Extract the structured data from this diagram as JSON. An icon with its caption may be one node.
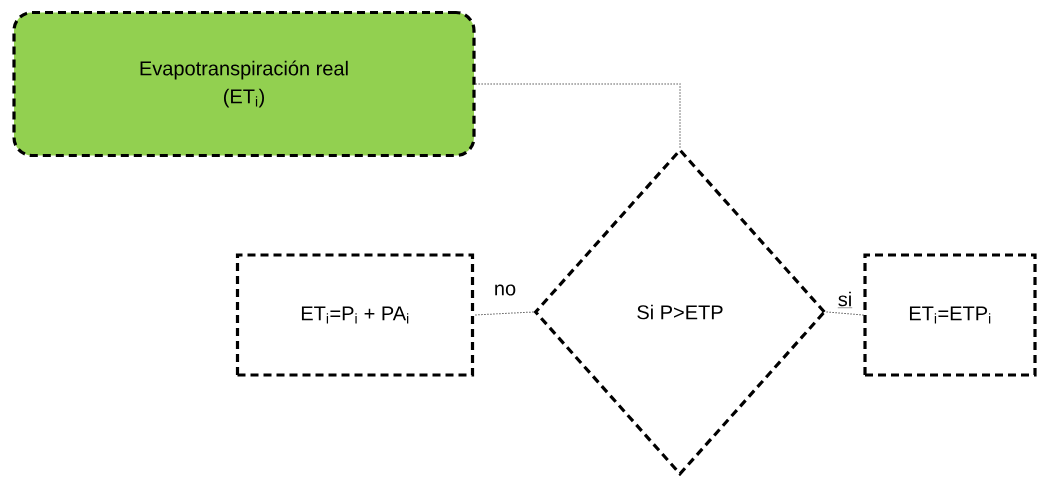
{
  "diagram": {
    "nodes": [
      {
        "text": [
          "Evapotranspiración real",
          "(ET$_{i}$)"
        ]
      },
      {
        "text": [
          "Si P>ETP"
        ]
      },
      {
        "text": [
          "ET$_{i}$=P$_{i}$ + PA$_{i}$"
        ]
      },
      {
        "text": [
          "ET$_{i}$=ETP$_{i}$"
        ]
      }
    ],
    "edges": [
      {
        "from": 0,
        "to": 1,
        "arrow": "none"
      },
      {
        "from": 1,
        "to": 2,
        "arrow": "none",
        "label": "no"
      },
      {
        "from": 1,
        "to": 3,
        "arrow": "none",
        "label": "si"
      }
    ]
  }
}
